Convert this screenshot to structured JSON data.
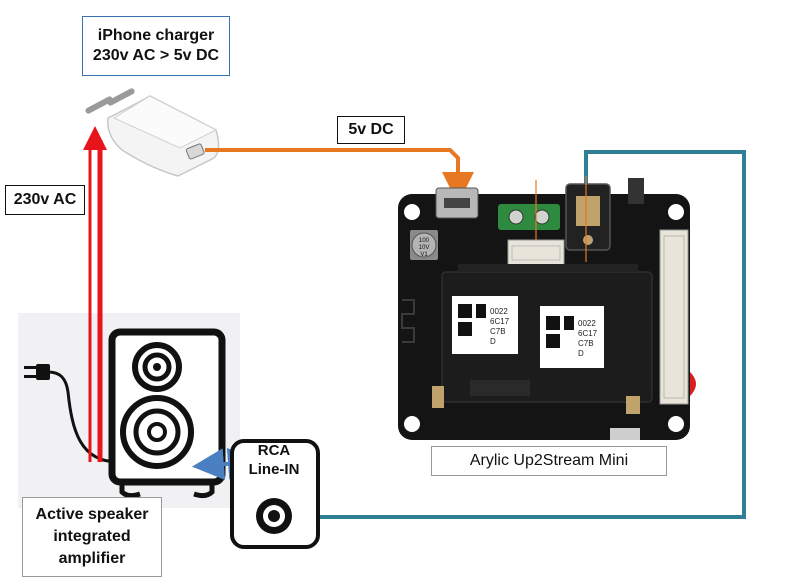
{
  "charger": {
    "line1": "iPhone charger",
    "line2": "230v AC > 5v DC"
  },
  "wire_labels": {
    "ac": "230v AC",
    "dc": "5v DC"
  },
  "rca": {
    "line1": "RCA",
    "line2": "Line-IN"
  },
  "board": {
    "label": "Arylic Up2Stream Mini",
    "chip1": [
      "0022",
      "6C17",
      "C7B",
      "D"
    ],
    "chip2": [
      "0022",
      "6C17",
      "C7B",
      "D"
    ],
    "capacitor": [
      "100",
      "10V",
      "V1"
    ]
  },
  "speaker": {
    "line1": "Active speaker",
    "line2": "integrated",
    "line3": "amplifier"
  },
  "colors": {
    "ac_wire": "#e8141c",
    "dc_wire": "#e87722",
    "audio_wire": "#2f7f96",
    "link_arrow": "#4a7fc1",
    "charger_border": "#3a6fb0",
    "pcb": "#141414"
  }
}
